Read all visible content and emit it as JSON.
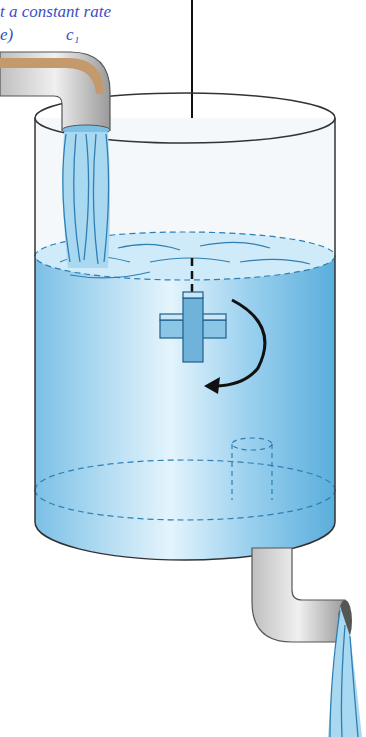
{
  "diagram": {
    "labels": [
      "t a constant rate",
      "e)",
      "c₁"
    ]
  }
}
